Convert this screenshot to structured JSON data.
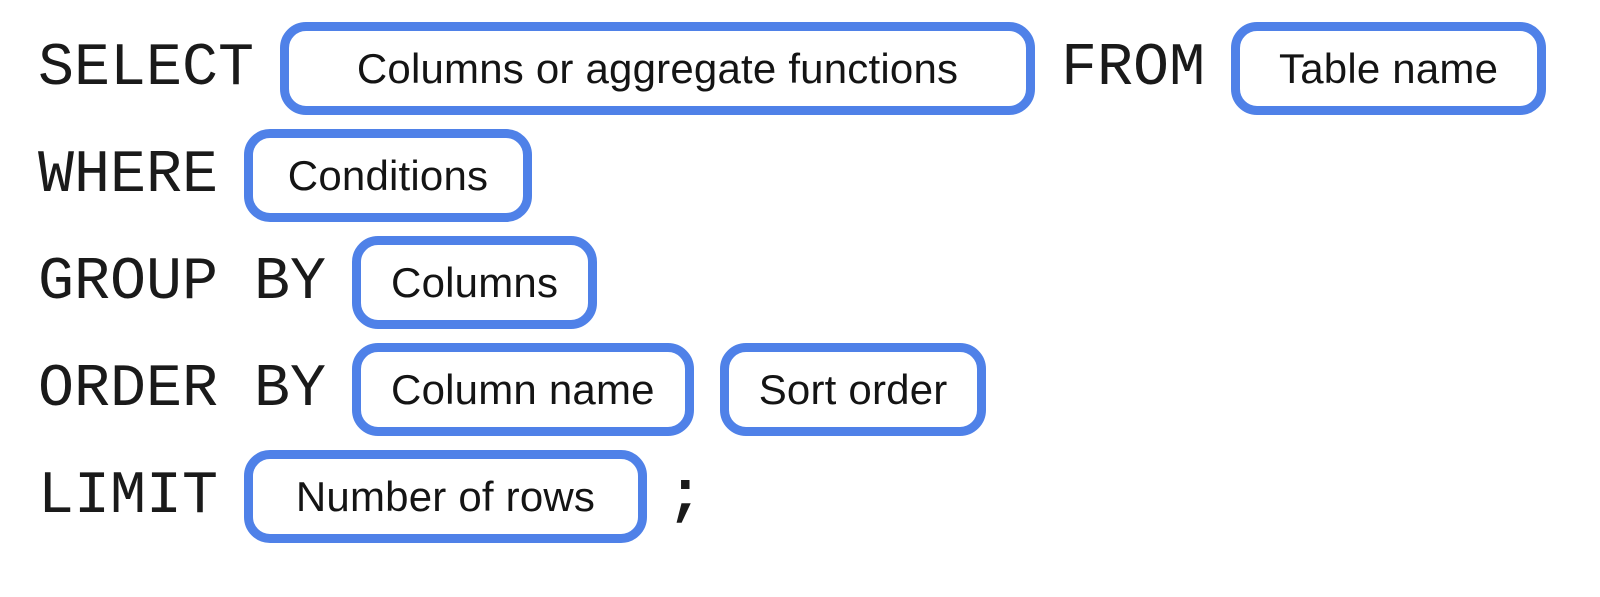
{
  "diagram": {
    "description": "SQL query syntax diagram",
    "colors": {
      "box_border": "#4F81E8",
      "box_background": "#FFFFFF",
      "keyword_text": "#1A1A1A",
      "box_text": "#141414",
      "page_background": "#FFFFFF"
    },
    "rows": [
      {
        "name": "select-from",
        "segments": [
          {
            "kind": "keyword",
            "text": "SELECT"
          },
          {
            "kind": "box",
            "text": "Columns or aggregate functions"
          },
          {
            "kind": "keyword",
            "text": "FROM"
          },
          {
            "kind": "box",
            "text": "Table name"
          }
        ]
      },
      {
        "name": "where",
        "segments": [
          {
            "kind": "keyword",
            "text": "WHERE"
          },
          {
            "kind": "box",
            "text": "Conditions"
          }
        ]
      },
      {
        "name": "group-by",
        "segments": [
          {
            "kind": "keyword",
            "text": "GROUP BY"
          },
          {
            "kind": "box",
            "text": "Columns"
          }
        ]
      },
      {
        "name": "order-by",
        "segments": [
          {
            "kind": "keyword",
            "text": "ORDER BY"
          },
          {
            "kind": "box",
            "text": "Column name"
          },
          {
            "kind": "box",
            "text": "Sort order"
          }
        ]
      },
      {
        "name": "limit",
        "segments": [
          {
            "kind": "keyword",
            "text": "LIMIT"
          },
          {
            "kind": "box",
            "text": "Number of rows"
          },
          {
            "kind": "punctuation",
            "text": ";"
          }
        ]
      }
    ]
  }
}
